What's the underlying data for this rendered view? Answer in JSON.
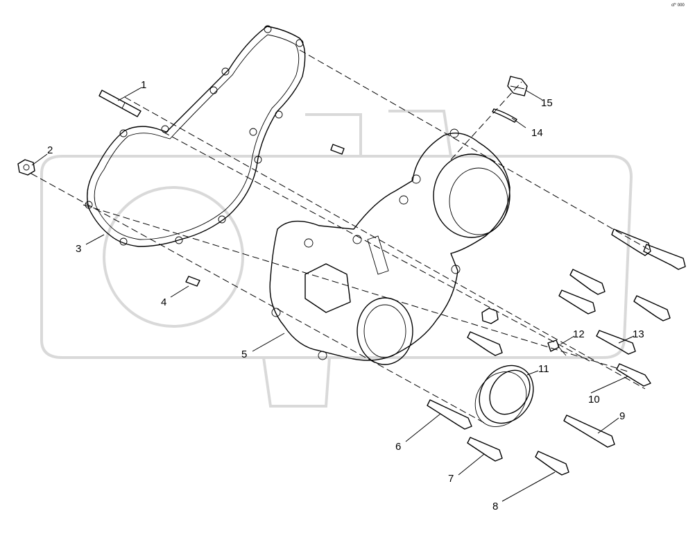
{
  "corner_code": "cf° 000",
  "callouts": [
    {
      "id": "1",
      "label": "1"
    },
    {
      "id": "2",
      "label": "2"
    },
    {
      "id": "3",
      "label": "3"
    },
    {
      "id": "4",
      "label": "4"
    },
    {
      "id": "5",
      "label": "5"
    },
    {
      "id": "6",
      "label": "6"
    },
    {
      "id": "7",
      "label": "7"
    },
    {
      "id": "8",
      "label": "8"
    },
    {
      "id": "9",
      "label": "9"
    },
    {
      "id": "10",
      "label": "10"
    },
    {
      "id": "11",
      "label": "11"
    },
    {
      "id": "12",
      "label": "12"
    },
    {
      "id": "13",
      "label": "13"
    },
    {
      "id": "14",
      "label": "14"
    },
    {
      "id": "15",
      "label": "15"
    }
  ]
}
